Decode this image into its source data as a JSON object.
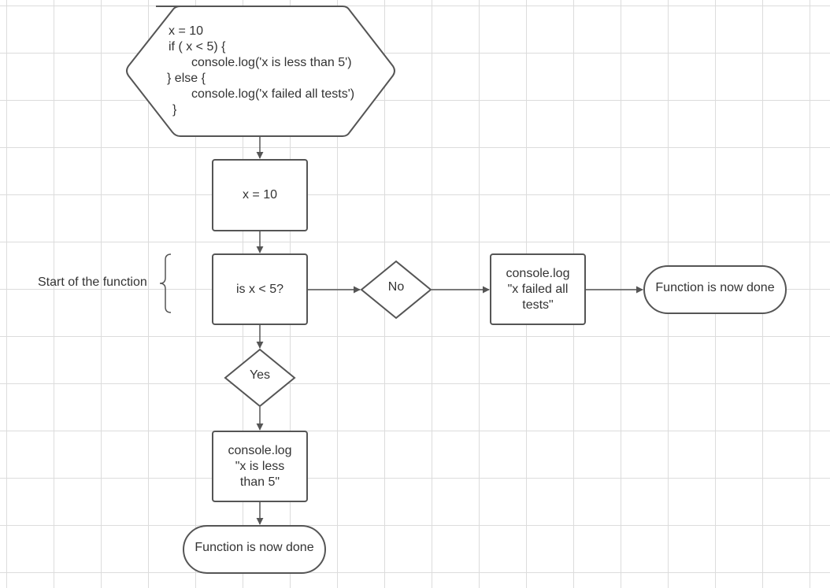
{
  "code_block": {
    "lines": [
      "x = 10",
      "if ( x < 5) {",
      "console.log('x is less than 5')",
      "} else {",
      "console.log('x failed all tests')",
      "}"
    ]
  },
  "assign": "x = 10",
  "decision": "is x < 5?",
  "no_label": "No",
  "yes_label": "Yes",
  "fail_log": [
    "console.log",
    "\"x failed all",
    "tests\""
  ],
  "less_log": [
    "console.log",
    "\"x is less",
    "than 5\""
  ],
  "done_right": "Function is now done",
  "done_bottom": "Function is now done",
  "annotation": "Start of the function",
  "colors": {
    "stroke": "#555555",
    "text": "#333333",
    "grid": "#dcdcdc"
  }
}
